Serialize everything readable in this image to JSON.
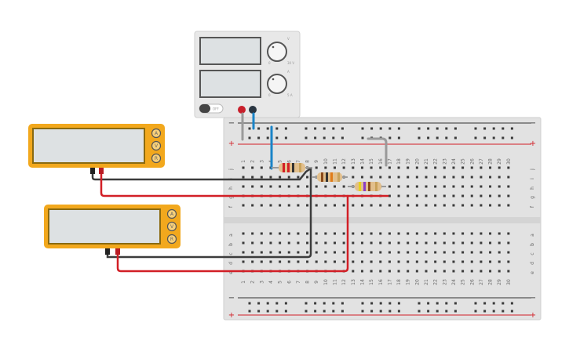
{
  "power_supply": {
    "power_switch_label": "OFF",
    "knob1_max": "30 V",
    "knob2_max": "5 A",
    "knob_min": "0",
    "knob1_tag": "V",
    "knob2_tag": "A"
  },
  "breadboard": {
    "columns": [
      "1",
      "2",
      "3",
      "4",
      "5",
      "6",
      "7",
      "8",
      "9",
      "10",
      "11",
      "12",
      "13",
      "14",
      "15",
      "16",
      "17",
      "18",
      "19",
      "20",
      "21",
      "22",
      "23",
      "24",
      "25",
      "26",
      "27",
      "28",
      "29",
      "30"
    ],
    "upper_rows": [
      "j",
      "i",
      "h",
      "g",
      "f"
    ],
    "lower_rows": [
      "e",
      "d",
      "c",
      "b",
      "a"
    ],
    "rail_minus": "−",
    "rail_plus": "+"
  },
  "multimeter1": {
    "mode_a": "A",
    "mode_v": "V",
    "mode_r": "R"
  },
  "multimeter2": {
    "mode_a": "A",
    "mode_v": "V",
    "mode_r": "R"
  },
  "colors": {
    "meter_body": "#f2a81d",
    "wire_red": "#d21f26",
    "wire_black": "#3c3c3c",
    "wire_blue": "#1a84c8",
    "wire_gray": "#9a9a9a",
    "rail_red": "#d21f26"
  }
}
